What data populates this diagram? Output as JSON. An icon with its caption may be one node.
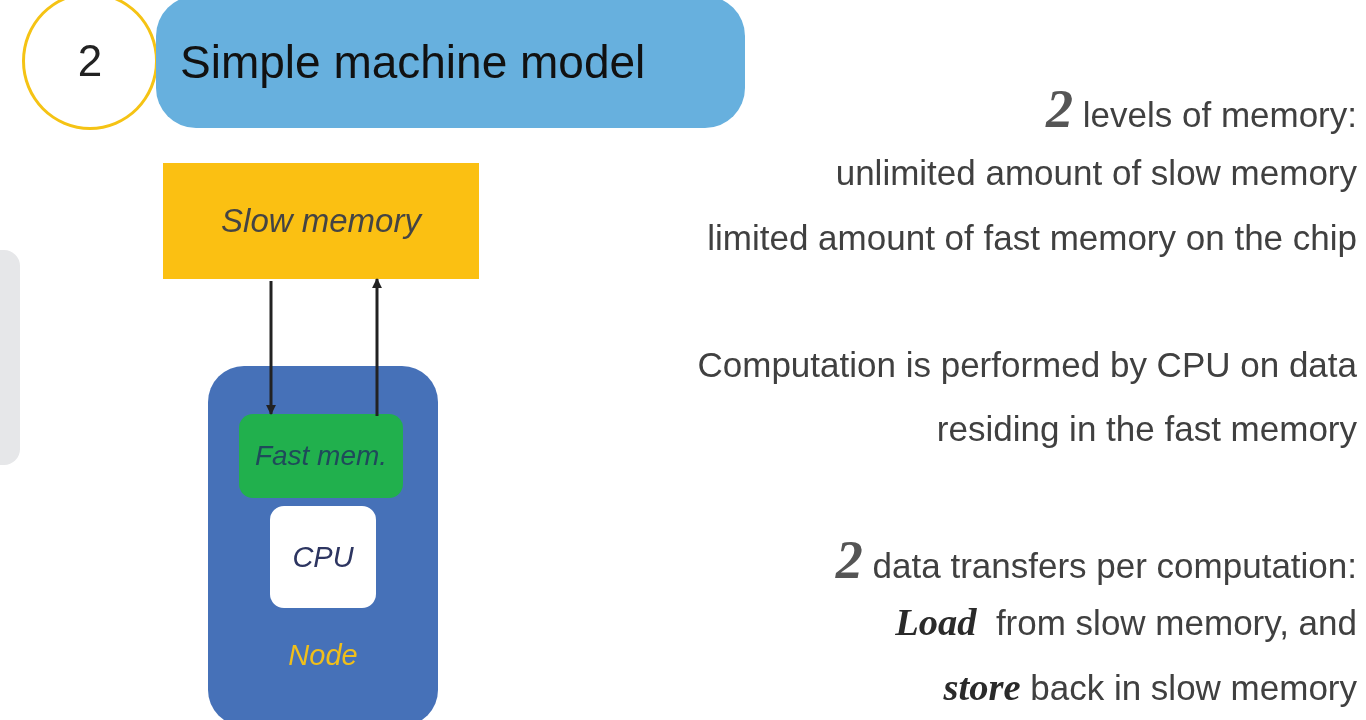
{
  "diagram": {
    "nodes": [
      {
        "text": [
          "2"
        ]
      },
      {
        "text": [
          "Simple machine model"
        ]
      },
      {
        "text": [
          "Slow memory"
        ]
      },
      {
        "text": [
          "Node"
        ]
      },
      {
        "text": [
          "Fast mem."
        ],
        "in": 3
      },
      {
        "text": [
          "CPU"
        ],
        "in": 3
      }
    ],
    "edges": [
      {
        "from": 2,
        "to": 4,
        "arrow": "to"
      },
      {
        "from": 4,
        "to": 2,
        "arrow": "to"
      }
    ],
    "labels": [
      "**2** levels of memory:",
      "unlimited amount of slow memory",
      "limited amount of fast memory on the chip",
      "Computation is performed by CPU on data",
      "residing in the fast memory",
      "**2** data transfers per computation:",
      "**Load**  from slow memory, and",
      "**store** back in slow memory"
    ]
  }
}
